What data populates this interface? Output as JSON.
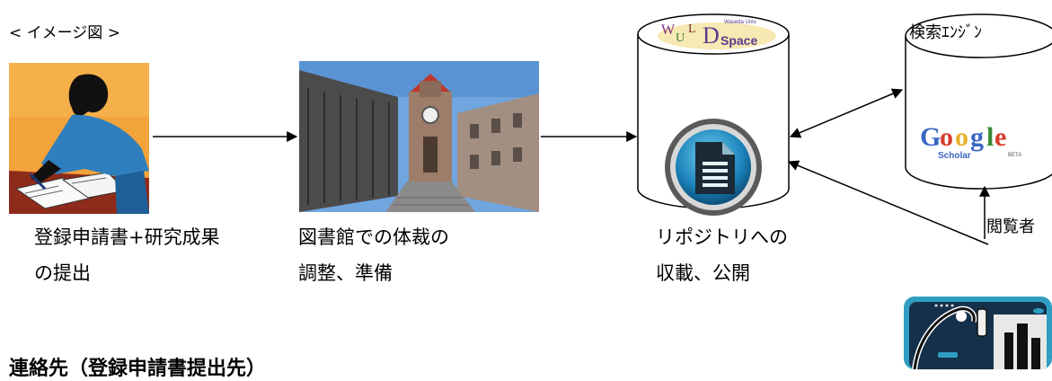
{
  "header": {
    "label": "< イメージ図 >"
  },
  "steps": [
    {
      "line1": "登録申請書+研究成果",
      "line2": "の提出"
    },
    {
      "line1": "図書館での体裁の",
      "line2": "調整、準備"
    },
    {
      "line1": "リポジトリへの",
      "line2": "収載、公開"
    }
  ],
  "repository": {
    "logo_letters": [
      "W",
      "U",
      "L",
      "D",
      "Space"
    ],
    "logo_tagline": "Waseda Univ."
  },
  "search_engine": {
    "label": "検索ｴﾝｼﾞﾝ",
    "logo_letters": [
      "G",
      "o",
      "o",
      "g",
      "l",
      "e"
    ],
    "logo_sub": "Scholar",
    "logo_beta": "BETA"
  },
  "viewer": {
    "label": "閲覧者"
  },
  "footer": {
    "contact": "連絡先（登録申請書提出先）"
  },
  "colors": {
    "google_blue": "#3a65c4",
    "google_red": "#d63b2b",
    "google_yellow": "#e9b02a",
    "google_green": "#3a8a3a",
    "dspace_bg": "#f7e9b4",
    "viewer_frame": "#2f9ec2"
  }
}
